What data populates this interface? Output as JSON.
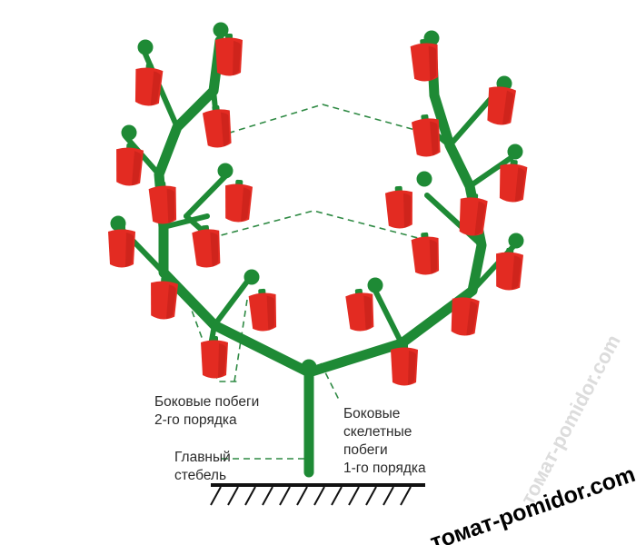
{
  "labels": {
    "side_2nd": [
      "Боковые побеги",
      "2-го порядка"
    ],
    "side_1st": [
      "Боковые",
      "скелетные",
      "побеги",
      "1-го порядка"
    ],
    "main_stem": [
      "Главный",
      "стебель"
    ]
  },
  "watermarks": {
    "primary": "томат-pomidor.com",
    "faded": "томат-pomidor.com"
  },
  "colors": {
    "stem": "#1e8a35",
    "pepper": "#e32b22",
    "pepper_shadow": "#b51c16",
    "dashed_line": "#2f8a44",
    "ground": "#111111"
  }
}
